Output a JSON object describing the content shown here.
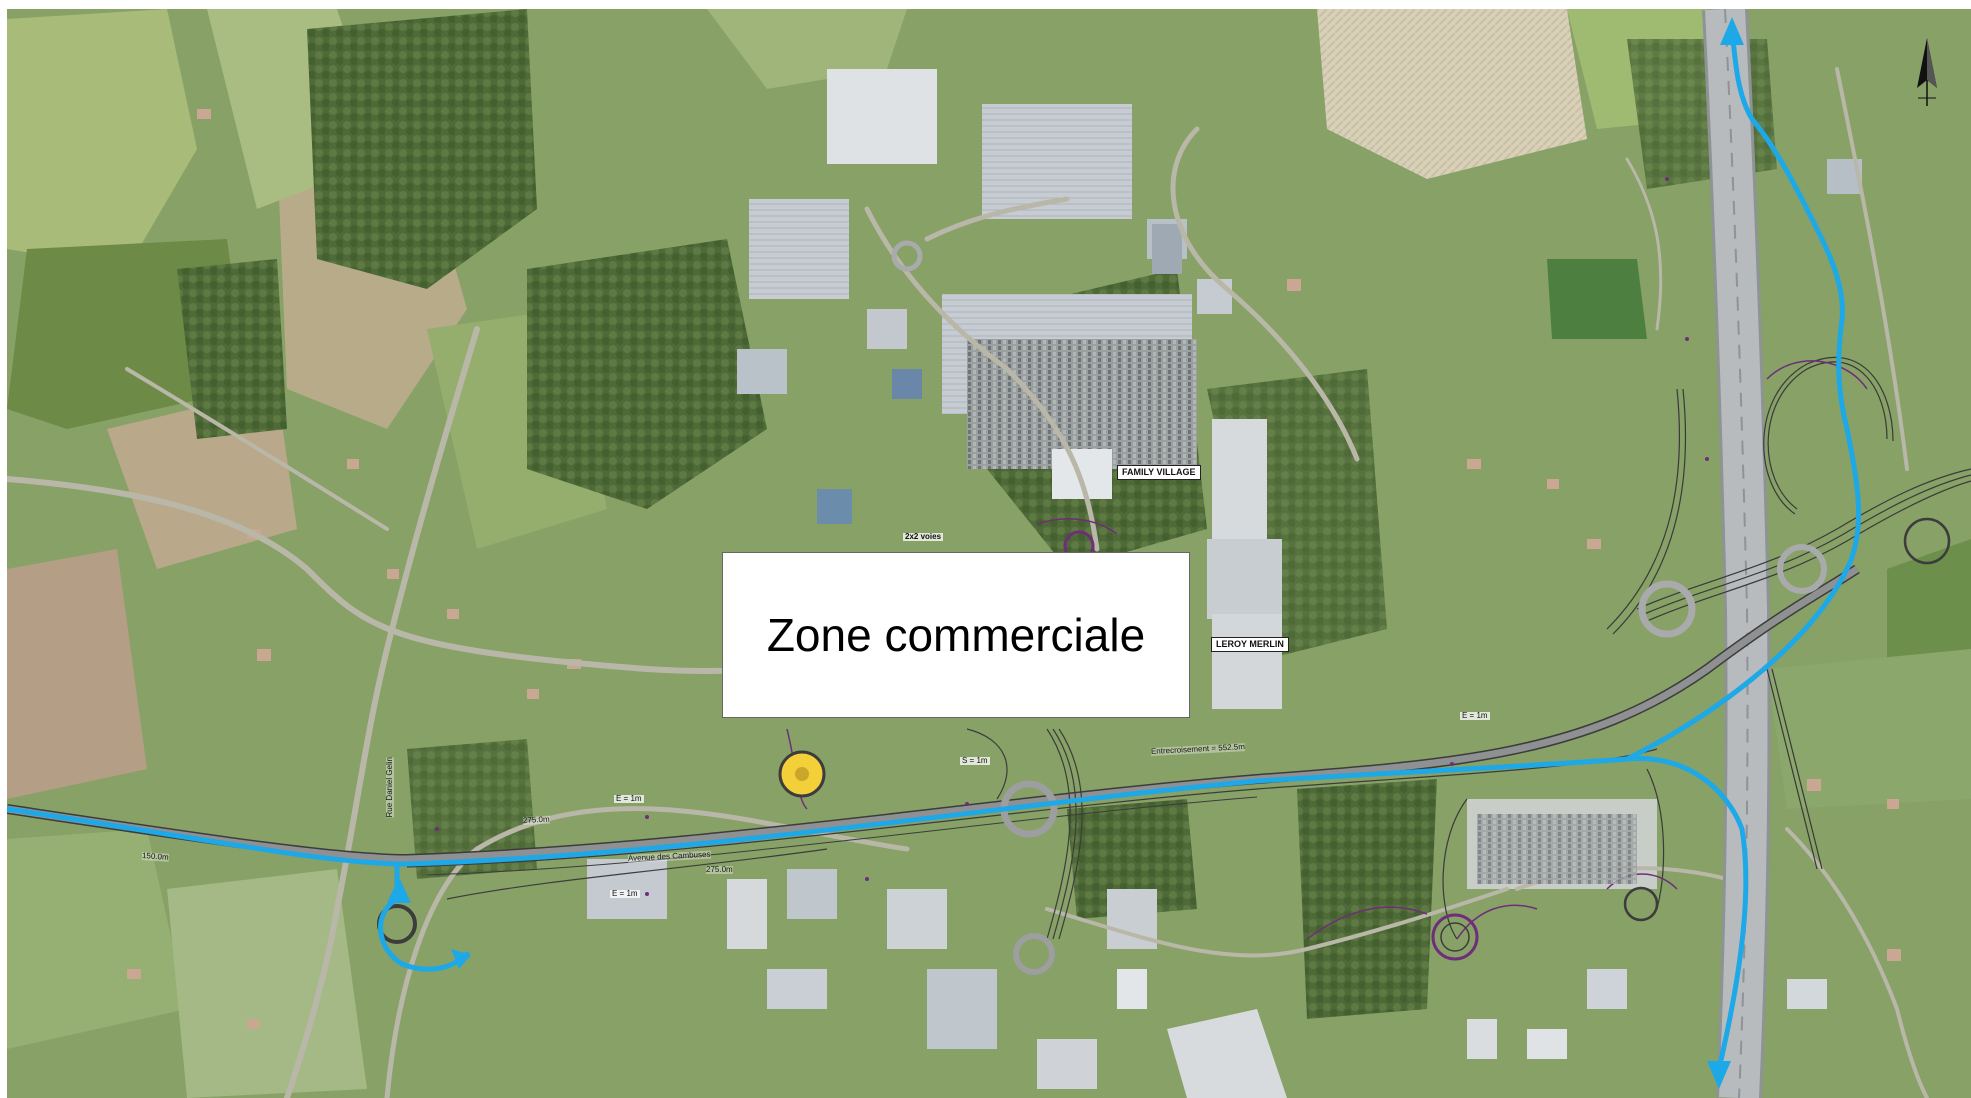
{
  "overlay": {
    "zone_title": "Zone commerciale"
  },
  "labels": {
    "family_village": "FAMILY VILLAGE",
    "leroy_merlin": "LEROY MERLIN",
    "lanes_2x2": "2x2 voies",
    "entrecroisement": "Entrecroisement = 552.5m",
    "e1_a": "E = 1m",
    "e1_b": "E = 1m",
    "e1_c": "E = 1m",
    "s1": "S = 1m",
    "dist_275_a": "275.0m",
    "dist_275_b": "275.0m",
    "dist_150": "150.0m",
    "avenue_cambuses": "Avenue des Cambuses",
    "rue_daniel_gelin": "Rue Daniel Gelin"
  },
  "colors": {
    "route_highlight": "#1da8e8",
    "design_outline": "#6f2d7a",
    "roundabout_fill": "#f3d03a",
    "aerial_base": "#7f9a62"
  },
  "icons": {
    "north_arrow": "north-arrow-icon",
    "route_arrow": "arrow-head-icon"
  }
}
